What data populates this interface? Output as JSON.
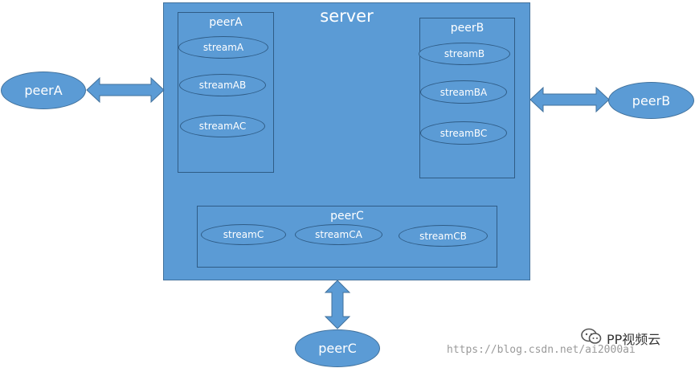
{
  "server": {
    "title": "server"
  },
  "peer_boxes": {
    "a": {
      "title": "peerA",
      "streams": [
        "streamA",
        "streamAB",
        "streamAC"
      ]
    },
    "b": {
      "title": "peerB",
      "streams": [
        "streamB",
        "streamBA",
        "streamBC"
      ]
    },
    "c": {
      "title": "peerC",
      "streams": [
        "streamC",
        "streamCA",
        "streamCB"
      ]
    }
  },
  "outer_peers": {
    "a": "peerA",
    "b": "peerB",
    "c": "peerC"
  },
  "watermark": {
    "url": "https://blog.csdn.net/ai2000ai",
    "brand": "PP视频云",
    "icon": "wechat-icon"
  },
  "colors": {
    "fill": "#5b9bd5",
    "border": "#2f5c86",
    "text": "#ffffff"
  }
}
